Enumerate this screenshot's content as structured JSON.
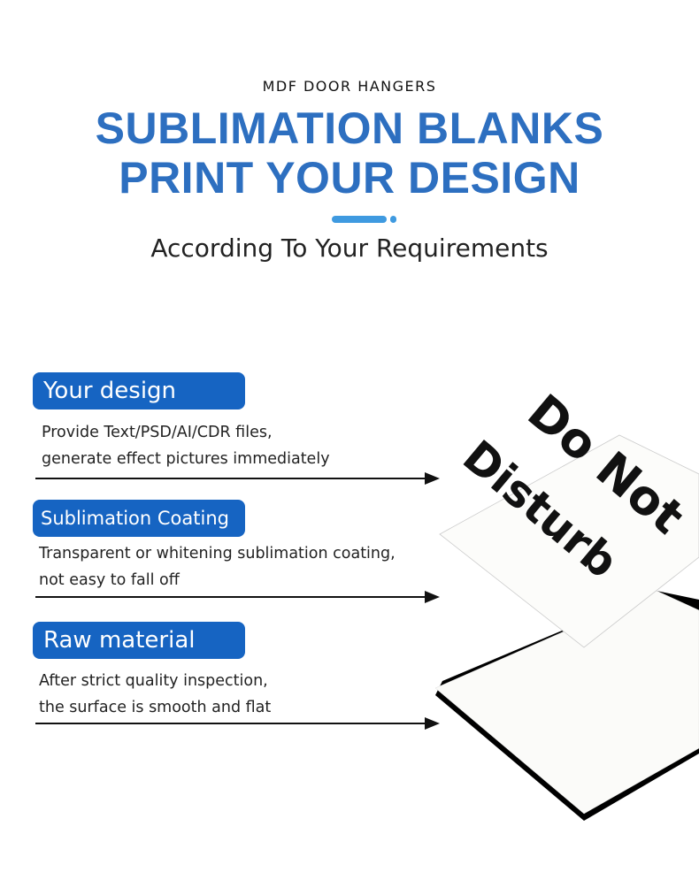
{
  "header": {
    "eyebrow": "MDF DOOR HANGERS",
    "title_line1": "SUBLIMATION BLANKS",
    "title_line2": "PRINT YOUR DESIGN",
    "subtitle": "According To Your Requirements"
  },
  "features": [
    {
      "label": "Your design",
      "line1": "Provide Text/PSD/AI/CDR files,",
      "line2": "generate effect pictures immediately"
    },
    {
      "label": "Sublimation Coating",
      "line1": "Transparent or whitening sublimation coating,",
      "line2": "not easy to fall off"
    },
    {
      "label": "Raw material",
      "line1": "After strict quality inspection,",
      "line2": "the surface is smooth and flat"
    }
  ],
  "product": {
    "text_line1": "Do Not",
    "text_line2": "Disturb"
  },
  "colors": {
    "title": "#2d6fc0",
    "pill": "#1664c2",
    "accent": "#3f9ae0"
  }
}
